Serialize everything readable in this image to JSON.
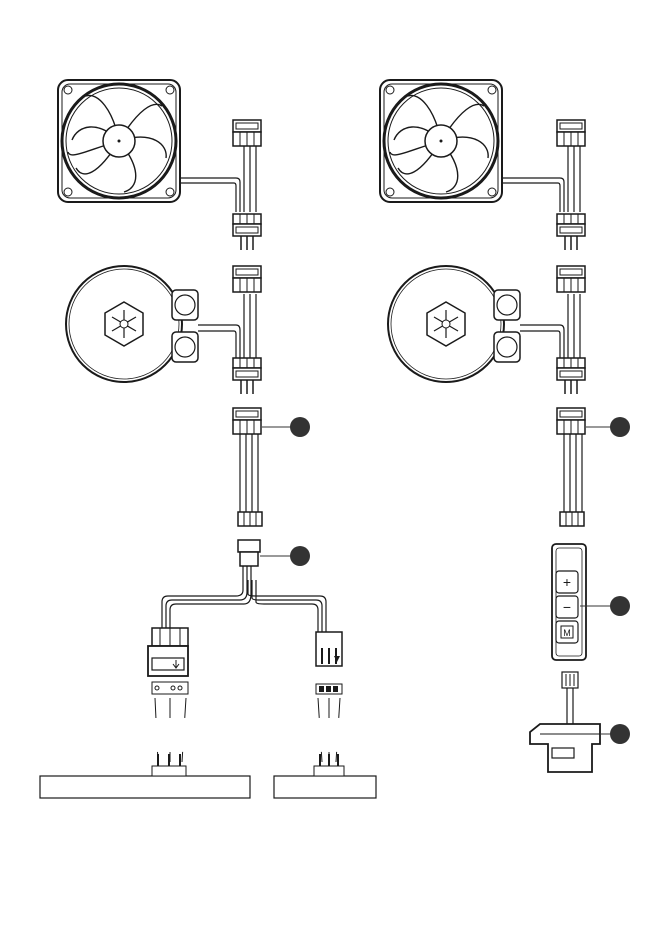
{
  "diagram": {
    "left_assembly": {
      "fan": {
        "icon": "fan-icon"
      },
      "pump": {
        "icon": "pump-head-icon"
      },
      "callouts": [
        "",
        ""
      ],
      "output_connectors": [
        "argb-3pin-connector",
        "4pin-rgb-connector"
      ],
      "board_headers": [
        "",
        ""
      ]
    },
    "right_assembly": {
      "fan": {
        "icon": "fan-icon"
      },
      "pump": {
        "icon": "pump-head-icon"
      },
      "controller_buttons": [
        {
          "icon": "plus-icon",
          "symbol": "+"
        },
        {
          "icon": "minus-icon",
          "symbol": "−"
        },
        {
          "icon": "mode-icon",
          "symbol": "M"
        }
      ],
      "callouts": [
        "",
        "",
        ""
      ]
    },
    "colors": {
      "stroke": "#1a1a1a",
      "callout": "#333333",
      "fill": "#ffffff"
    }
  }
}
